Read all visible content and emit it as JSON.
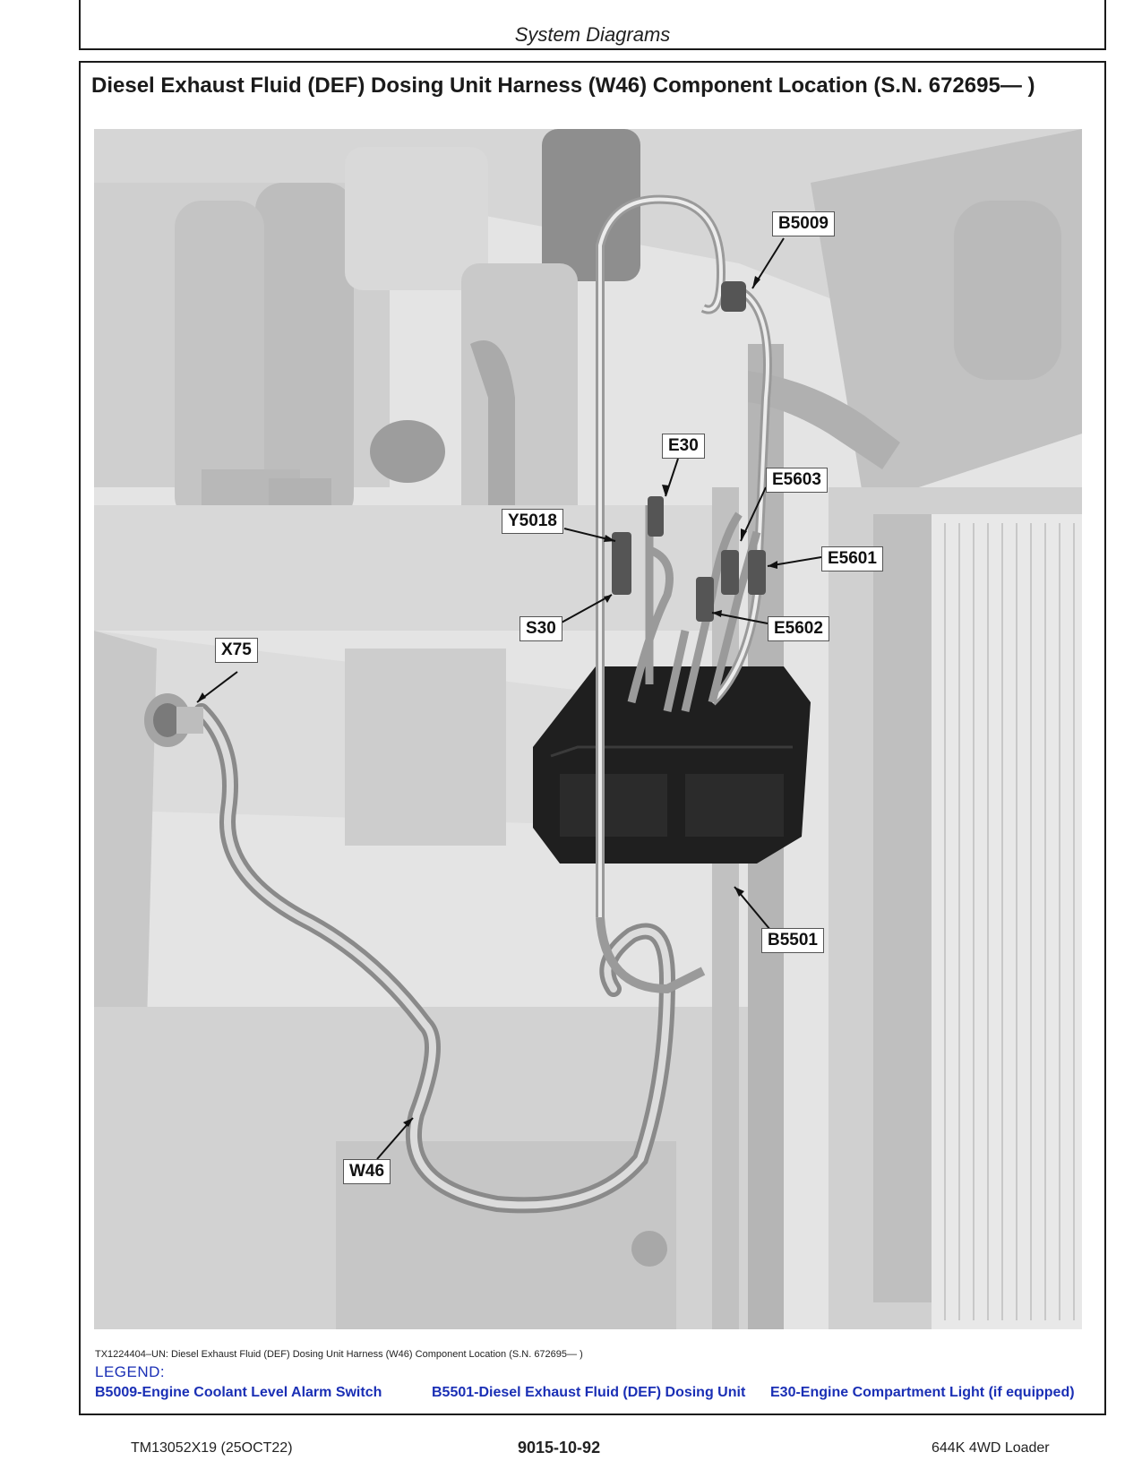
{
  "header": {
    "section_title": "System Diagrams"
  },
  "document": {
    "title": "Diesel Exhaust Fluid (DEF) Dosing Unit Harness (W46) Component Location (S.N. 672695— )"
  },
  "figure": {
    "callouts": {
      "b5009": "B5009",
      "e30": "E30",
      "e5603": "E5603",
      "y5018": "Y5018",
      "e5601": "E5601",
      "s30": "S30",
      "e5602": "E5602",
      "x75": "X75",
      "b5501": "B5501",
      "w46": "W46"
    },
    "caption": "TX1224404–UN: Diesel Exhaust Fluid (DEF) Dosing Unit Harness (W46) Component Location (S.N. 672695— )"
  },
  "legend": {
    "heading": "LEGEND:",
    "items": [
      "B5009-Engine Coolant Level Alarm Switch",
      "B5501-Diesel Exhaust Fluid (DEF) Dosing Unit",
      "E30-Engine Compartment Light (if equipped)"
    ]
  },
  "footer": {
    "manual_id": "TM13052X19 (25OCT22)",
    "page_number": "9015-10-92",
    "model": "644K 4WD Loader"
  },
  "colors": {
    "legend_blue": "#1a2fb5",
    "frame": "#1a1a1a"
  }
}
